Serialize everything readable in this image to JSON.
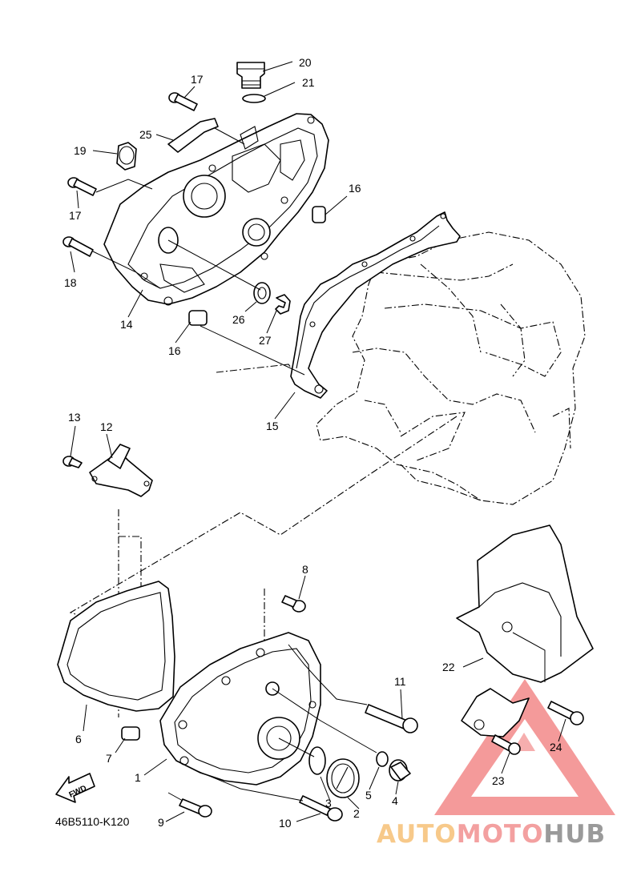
{
  "diagram_code": "46B5110-K120",
  "fwd_label": "FWD",
  "watermark": {
    "part1": "AUTO",
    "part2": "MOTO",
    "part3": "HUB",
    "color_auto": "#f7c98a",
    "color_moto": "#f3a0a0",
    "color_hub": "#9a9a9a",
    "triangle_color": "#f07878"
  },
  "callouts": {
    "c1": "1",
    "c2": "2",
    "c3": "3",
    "c4": "4",
    "c5": "5",
    "c6": "6",
    "c7": "7",
    "c8": "8",
    "c9": "9",
    "c10": "10",
    "c11": "11",
    "c12": "12",
    "c13": "13",
    "c14": "14",
    "c15": "15",
    "c16a": "16",
    "c16b": "16",
    "c17a": "17",
    "c17b": "17",
    "c18": "18",
    "c19": "19",
    "c20": "20",
    "c21": "21",
    "c22": "22",
    "c23": "23",
    "c24": "24",
    "c25": "25",
    "c26": "26",
    "c27": "27"
  }
}
